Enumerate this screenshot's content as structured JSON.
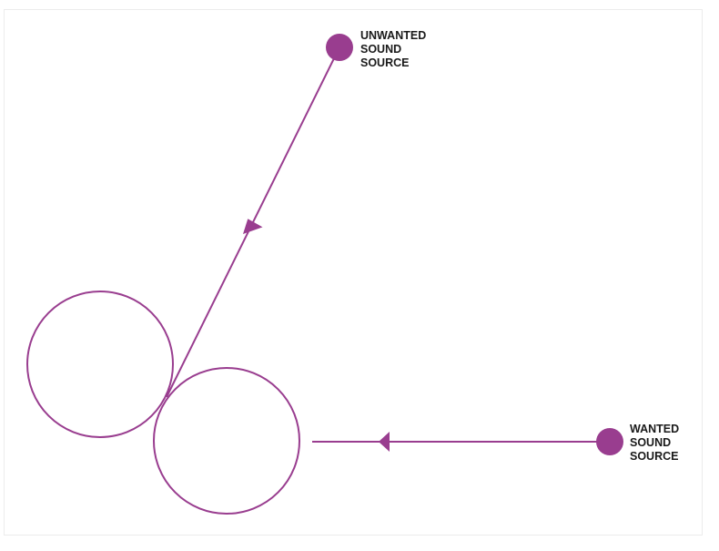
{
  "colors": {
    "accent": "#993d8f",
    "text": "#1a1a1a",
    "border": "#ececec"
  },
  "unwanted_source": {
    "lines": [
      "UNWANTED",
      "SOUND",
      "SOURCE"
    ]
  },
  "wanted_source": {
    "lines": [
      "WANTED",
      "SOUND",
      "SOURCE"
    ]
  }
}
